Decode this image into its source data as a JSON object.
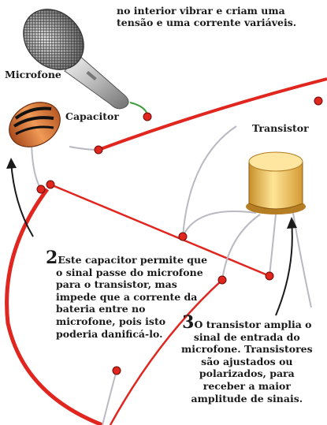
{
  "intro_text": [
    "no interior vibrar e criam uma",
    "tensão e uma corrente variáveis."
  ],
  "labels": {
    "microphone": "Microfone",
    "capacitor": "Capacitor",
    "transistor": "Transistor"
  },
  "step2": {
    "number": "2",
    "lines": [
      "Este capacitor permite que",
      "o sinal passe do microfone",
      "para o transistor, mas",
      "impede que a corrente da",
      "bateria entre no",
      "microfone, pois isto",
      "poderia danificá-lo."
    ]
  },
  "step3": {
    "number": "3",
    "lines": [
      "O transistor amplia o",
      "sinal de entrada do",
      "microfone. Transistores",
      "são ajustados ou",
      "polarizados, para",
      "receber a maior",
      "amplitude de sinais."
    ]
  },
  "colors": {
    "wire": "#e0261f",
    "gray_wire": "#b9b9c2",
    "capacitor_body": "#d9783c",
    "transistor_body": "#f2c64a"
  }
}
